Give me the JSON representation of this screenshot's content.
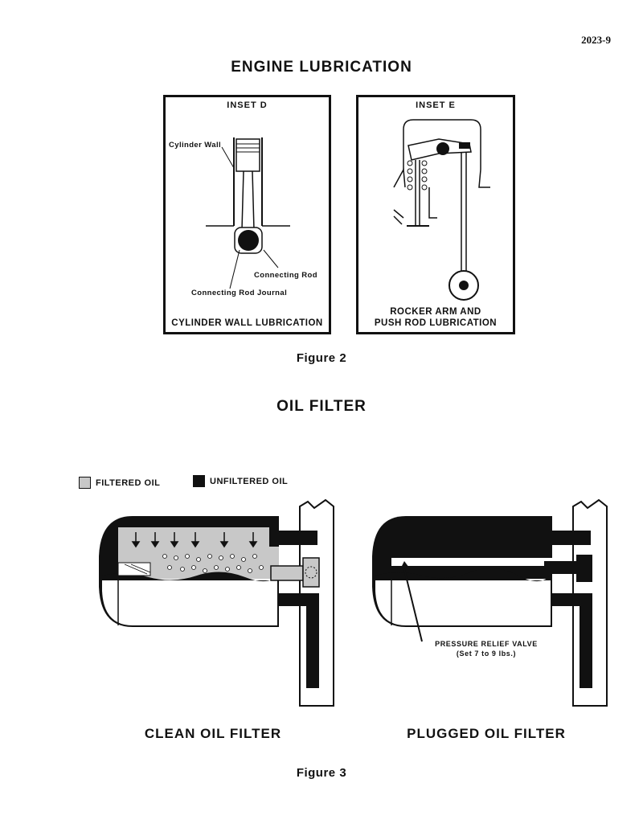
{
  "page_number": "2023-9",
  "section1": {
    "title": "ENGINE LUBRICATION",
    "inset_d": {
      "title": "INSET D",
      "labels": {
        "cylinder_wall": "Cylinder Wall",
        "connecting_rod": "Connecting Rod",
        "connecting_rod_journal": "Connecting Rod Journal"
      },
      "caption": "CYLINDER WALL LUBRICATION"
    },
    "inset_e": {
      "title": "INSET E",
      "caption_line1": "ROCKER ARM AND",
      "caption_line2": "PUSH ROD LUBRICATION"
    },
    "figure_caption": "Figure 2"
  },
  "section2": {
    "title": "OIL FILTER",
    "legend": {
      "filtered": "FILTERED OIL",
      "unfiltered": "UNFILTERED OIL"
    },
    "clean_title": "CLEAN OIL FILTER",
    "plugged_title": "PLUGGED OIL FILTER",
    "relief_line1": "PRESSURE RELIEF VALVE",
    "relief_line2": "(Set 7 to 9 lbs.)",
    "figure_caption": "Figure 3"
  },
  "colors": {
    "ink": "#111111",
    "filtered": "#c8c8c8",
    "unfiltered": "#111111"
  }
}
